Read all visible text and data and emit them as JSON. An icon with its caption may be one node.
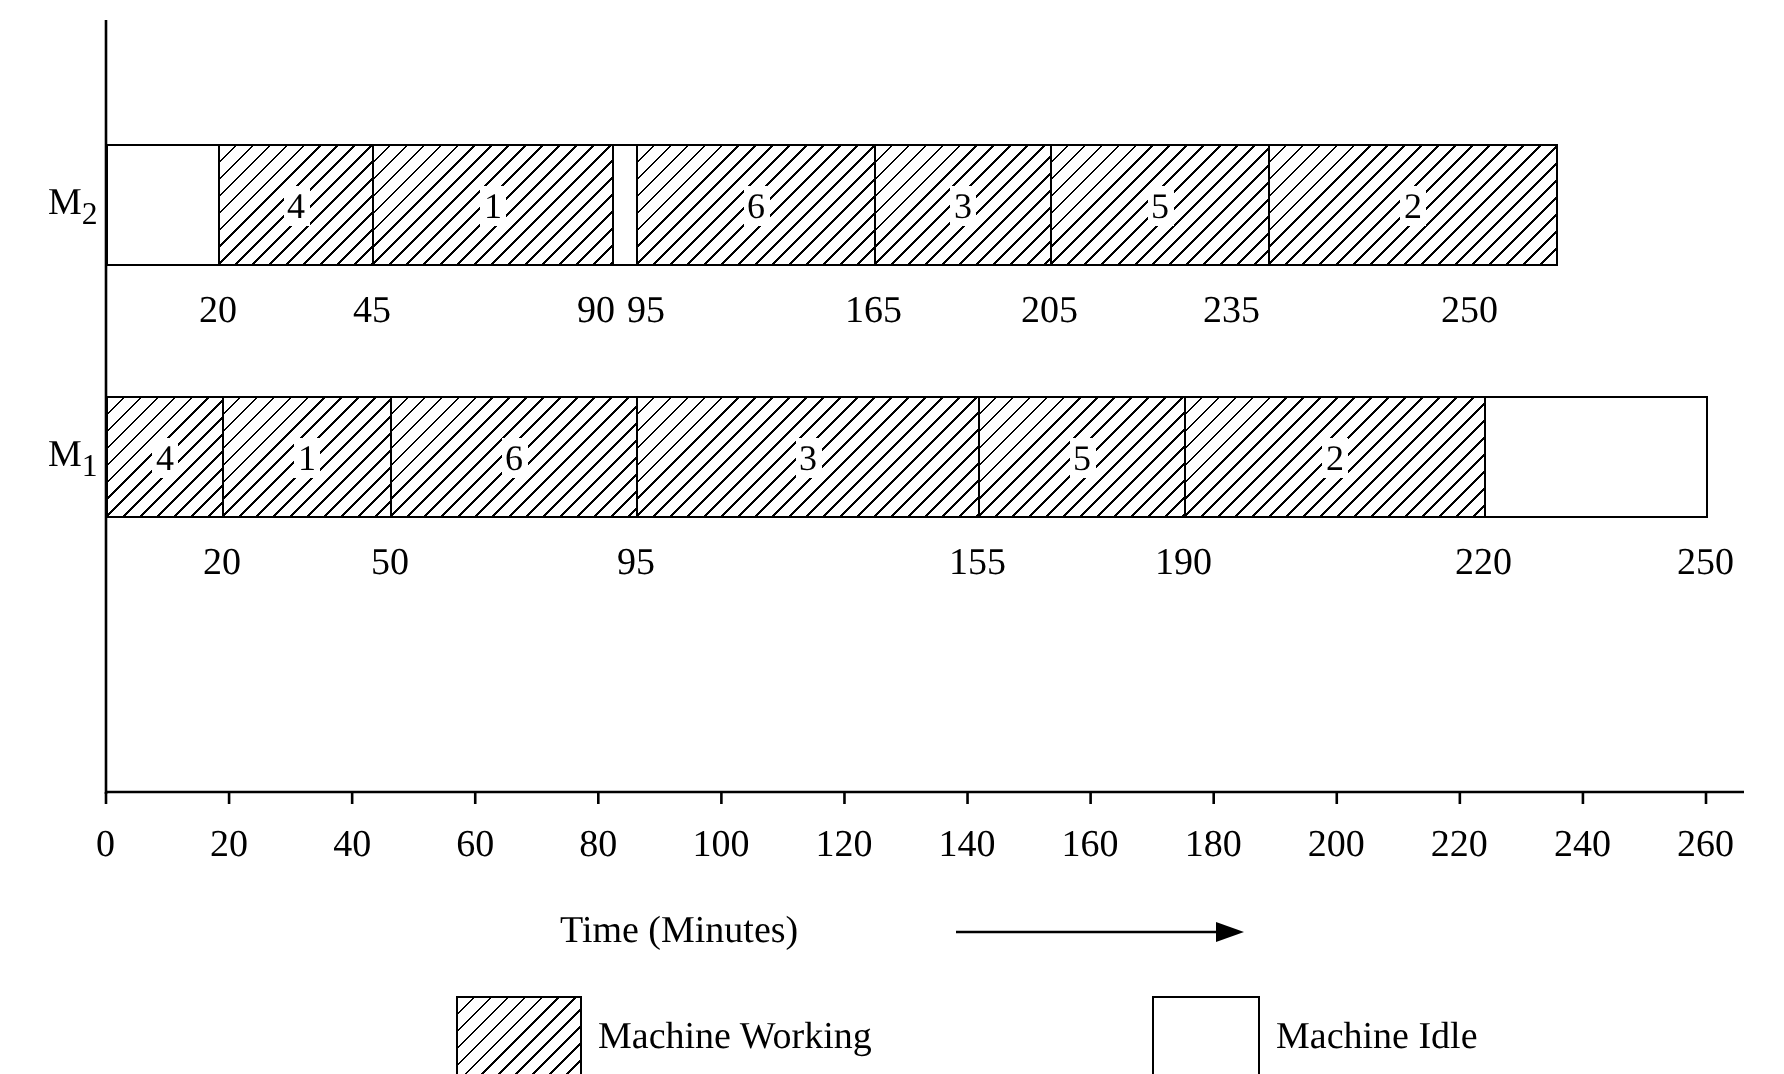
{
  "diagram": {
    "nodes": [
      {
        "text": [],
        "shape": "box"
      },
      {
        "text": [
          "4"
        ]
      },
      {
        "text": [
          "1"
        ]
      },
      {
        "text": [],
        "shape": "box"
      },
      {
        "text": [
          "6"
        ]
      },
      {
        "text": [
          "3"
        ]
      },
      {
        "text": [
          "5"
        ]
      },
      {
        "text": [
          "2"
        ]
      },
      {
        "text": [
          "4"
        ]
      },
      {
        "text": [
          "1"
        ]
      },
      {
        "text": [
          "6"
        ]
      },
      {
        "text": [
          "3"
        ]
      },
      {
        "text": [
          "5"
        ]
      },
      {
        "text": [
          "2"
        ]
      },
      {
        "text": [],
        "shape": "box"
      }
    ],
    "edges": [],
    "labels": [
      "M$_{2}$",
      "20",
      "45",
      "90",
      "95",
      "165",
      "205",
      "235",
      "250",
      "M$_{1}$",
      "20",
      "50",
      "95",
      "155",
      "190",
      "220",
      "250",
      "0",
      "20",
      "40",
      "60",
      "80",
      "100",
      "120",
      "140",
      "160",
      "180",
      "200",
      "220",
      "240",
      "260",
      "Time (Minutes)"
    ],
    "legend": [
      {
        "text": "Machine Working"
      },
      {
        "text": "Machine Idle"
      }
    ]
  }
}
